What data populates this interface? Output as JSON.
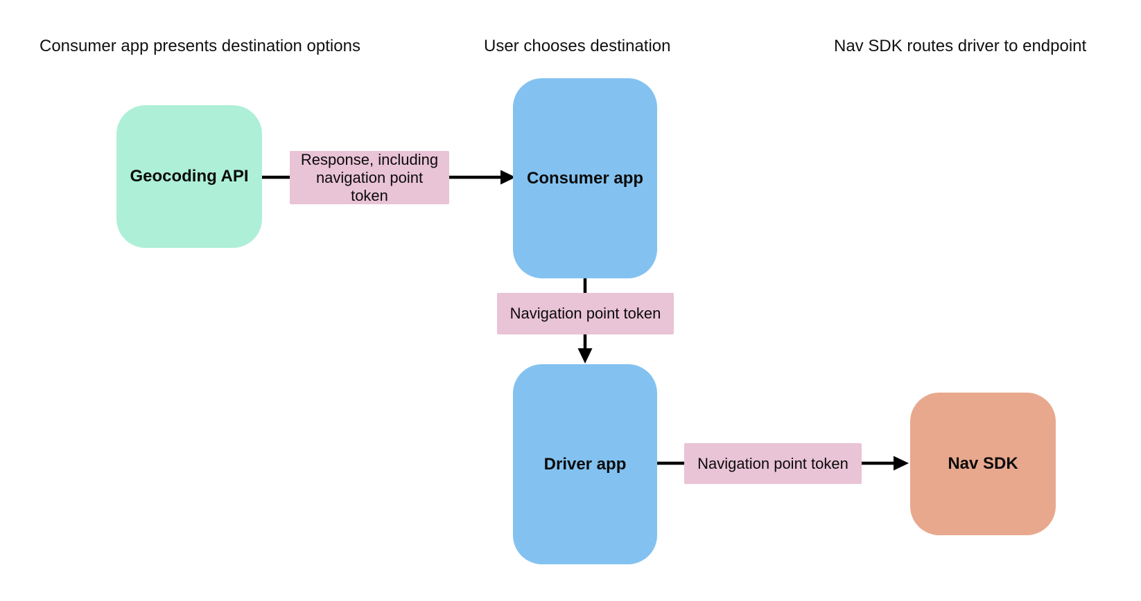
{
  "diagram": {
    "type": "flowchart",
    "column_headers": [
      {
        "label": "Consumer app presents destination options"
      },
      {
        "label": "User chooses destination"
      },
      {
        "label": "Nav SDK routes driver to endpoint"
      }
    ],
    "nodes": [
      {
        "id": "geocoding-api",
        "label": "Geocoding API",
        "shape": "rounded-square",
        "color": "#aeefd8"
      },
      {
        "id": "consumer-app",
        "label": "Consumer app",
        "shape": "rounded-rect",
        "color": "#83c2f0"
      },
      {
        "id": "driver-app",
        "label": "Driver app",
        "shape": "rounded-rect",
        "color": "#83c2f0"
      },
      {
        "id": "nav-sdk",
        "label": "Nav SDK",
        "shape": "rounded-square",
        "color": "#e8a88e"
      }
    ],
    "edges": [
      {
        "from": "geocoding-api",
        "to": "consumer-app",
        "label": "Response, including navigation point token"
      },
      {
        "from": "consumer-app",
        "to": "driver-app",
        "label": "Navigation point token"
      },
      {
        "from": "driver-app",
        "to": "nav-sdk",
        "label": "Navigation point token"
      }
    ],
    "colors": {
      "background": "#ffffff",
      "edge_label_bg": "#e9c3d6",
      "arrow": "#000000",
      "text": "#111111"
    }
  }
}
